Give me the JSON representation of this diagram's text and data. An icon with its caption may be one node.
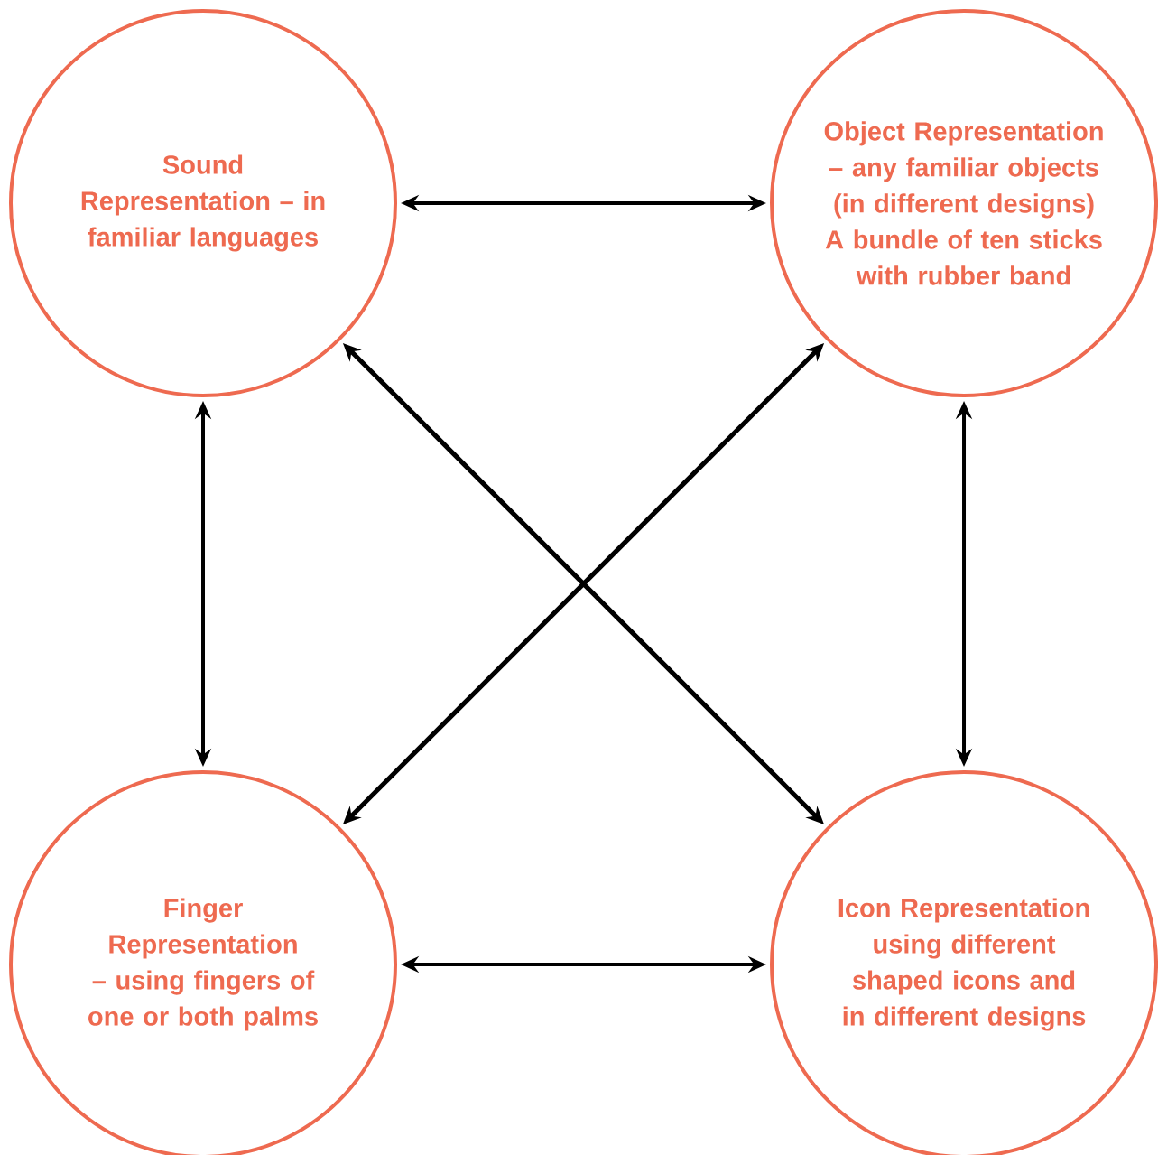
{
  "diagram": {
    "nodes": [
      {
        "text": [
          "Sound Representation – in familiar languages"
        ]
      },
      {
        "text": [
          "Object Representation – any familiar objects (in different designs)",
          "A bundle of ten sticks with rubber band"
        ]
      },
      {
        "text": [
          "Finger Representation – using fingers of one or both palms"
        ]
      },
      {
        "text": [
          "Icon Representation using different shaped icons and in different designs"
        ]
      }
    ],
    "edges": [
      {
        "from": 0,
        "to": 1,
        "arrow": "both"
      },
      {
        "from": 0,
        "to": 2,
        "arrow": "both"
      },
      {
        "from": 1,
        "to": 3,
        "arrow": "both"
      },
      {
        "from": 0,
        "to": 3,
        "arrow": "both"
      },
      {
        "from": 1,
        "to": 2,
        "arrow": "both"
      },
      {
        "from": 2,
        "to": 3,
        "arrow": "both"
      }
    ]
  }
}
